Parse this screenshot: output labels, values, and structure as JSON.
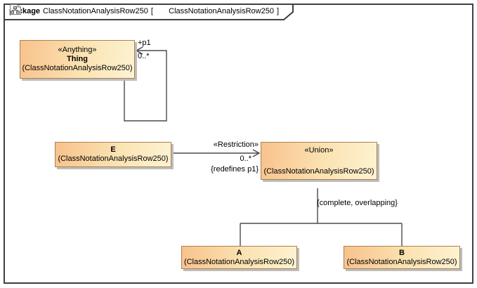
{
  "frame": {
    "kind_label": "package",
    "package_name": "ClassNotationAnalysisRow250",
    "bracket_open": "[",
    "diagram_name": "ClassNotationAnalysisRow250",
    "bracket_close": "]"
  },
  "colors": {
    "node_fill_start": "#f8c28c",
    "node_fill_end": "#fdf3d2",
    "node_border": "#ab8150",
    "line": "#4a4a4a",
    "frame_border": "#3f3f3f"
  },
  "nodes": {
    "thing": {
      "stereotype": "«Anything»",
      "name": "Thing",
      "qualifier": "(ClassNotationAnalysisRow250)"
    },
    "e": {
      "name": "E",
      "qualifier": "(ClassNotationAnalysisRow250)"
    },
    "union": {
      "stereotype": "«Union»",
      "qualifier": "(ClassNotationAnalysisRow250)"
    },
    "a": {
      "name": "A",
      "qualifier": "(ClassNotationAnalysisRow250)"
    },
    "b": {
      "name": "B",
      "qualifier": "(ClassNotationAnalysisRow250)"
    }
  },
  "edges": {
    "self_association": {
      "role": "+p1",
      "multiplicity": "0..*"
    },
    "restriction": {
      "stereotype": "«Restriction»",
      "multiplicity": "0..*",
      "constraint": "{redefines p1}"
    },
    "generalization": {
      "constraint": "{complete, overlapping}"
    }
  }
}
